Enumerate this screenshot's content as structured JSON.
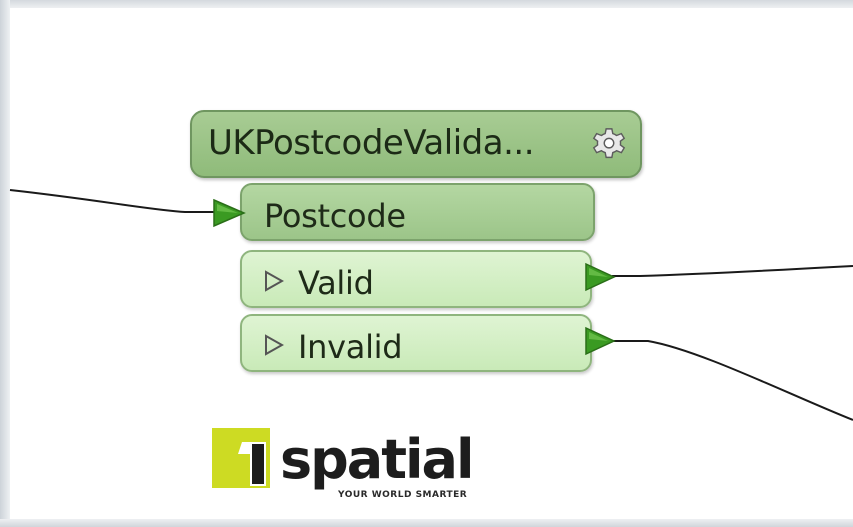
{
  "transformer": {
    "title": "UKPostcodeValida...",
    "settings_icon": "gear-icon"
  },
  "ports": {
    "input": {
      "label": "Postcode",
      "icon": "input-port-arrow-icon"
    },
    "outputs": [
      {
        "label": "Valid",
        "icon": "output-port-arrow-icon"
      },
      {
        "label": "Invalid",
        "icon": "output-port-arrow-icon"
      }
    ]
  },
  "logo": {
    "number": "1",
    "word": "spatial",
    "tagline": "YOUR WORLD SMARTER",
    "accent_color": "#cddb23"
  },
  "colors": {
    "header_fill": "#98c283",
    "input_port_fill": "#a8ce95",
    "output_port_fill": "#d4efc5",
    "port_arrow": "#3a9a22",
    "connection_line": "#1a1a1a"
  }
}
